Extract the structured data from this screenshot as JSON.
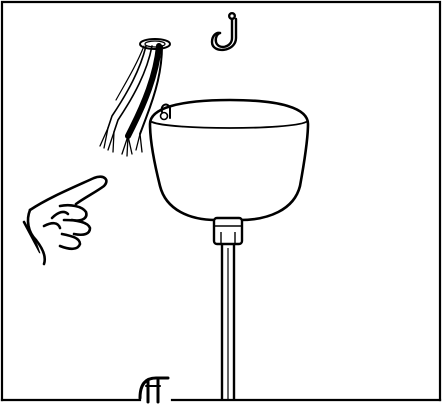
{
  "figure": {
    "kind": "installation-step-illustration",
    "colors": {
      "line": "#000000",
      "fill": "#ffffff"
    },
    "components": {
      "frame": "frame-border",
      "ceiling_hook": "hook-icon",
      "wires": "wire-bundle-icon",
      "pointing_hand": "pointing-hand-icon",
      "canopy": "ceiling-canopy",
      "cord_grip": "cord-grip",
      "pendant_rod": "pendant-rod",
      "bottom_clip": "bottom-clip-icon"
    }
  }
}
